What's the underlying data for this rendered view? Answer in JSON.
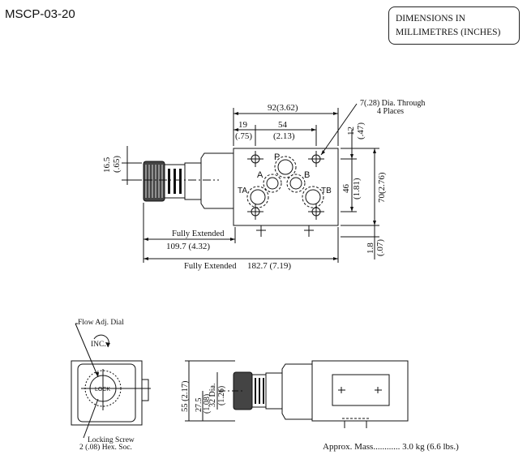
{
  "title": "MSCP-03-20",
  "units_note": {
    "line1": "DIMENSIONS IN",
    "line2": "MILLIMETRES (INCHES)"
  },
  "top_view": {
    "width_total": "92(3.62)",
    "offset_19": "19",
    "offset_19_in": "(.75)",
    "spacing_54": "54",
    "spacing_54_in": "(2.13)",
    "hole_note_line1": "7(.28) Dia. Through",
    "hole_note_line2": "4 Places",
    "edge_12": "12",
    "edge_12_in": "(.47)",
    "height_46": "46",
    "height_46_in": "(1.81)",
    "height_70": "70(2.76)",
    "edge_18": "1.8",
    "edge_18_in": "(.07)",
    "stem_165": "16.5",
    "stem_165_in": "(.65)",
    "port_p": "P",
    "port_a": "A",
    "port_b": "B",
    "port_ta": "TA",
    "port_tb": "TB",
    "fully_extended_1": "Fully Extended",
    "dim_1097": "109.7 (4.32)",
    "fully_extended_2": "Fully Extended",
    "dim_1827": "182.7 (7.19)"
  },
  "bottom_view": {
    "flow_adj_dial": "Flow Adj. Dial",
    "inc": "INC.",
    "lock": "LOCK",
    "locking_screw_1": "Locking Screw",
    "locking_screw_2": "2 (.08) Hex. Soc.",
    "dim_55": "55 (2.17)",
    "dim_275": "27.5",
    "dim_275_in": "(1.08)",
    "dim_32": "32 Dia.",
    "dim_32_in": "(1.26)"
  },
  "approx_mass": "Approx. Mass............ 3.0 kg (6.6 lbs.)"
}
